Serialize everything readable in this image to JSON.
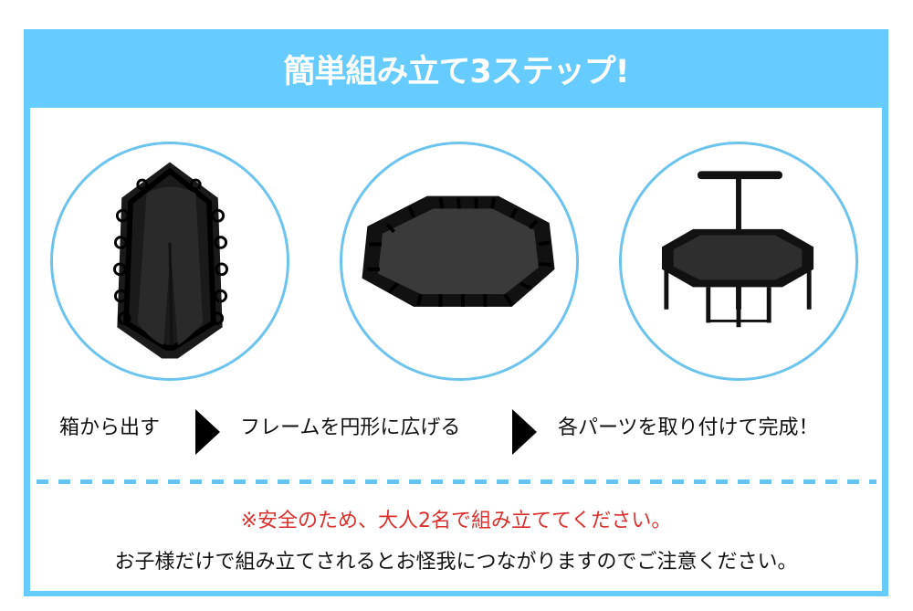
{
  "header": {
    "title": "簡単組み立て3ステップ!"
  },
  "steps": [
    {
      "label": "箱から出す",
      "image": "folded-trampoline"
    },
    {
      "label": "フレームを円形に広げる",
      "image": "unfolded-trampoline-frame"
    },
    {
      "label": "各パーツを取り付けて完成！",
      "image": "assembled-trampoline-with-handle"
    }
  ],
  "icons": {
    "step_arrow": "play-triangle-icon"
  },
  "notice": {
    "warning": "※安全のため、大人2名で組み立ててください。",
    "note": "お子様だけで組み立てされるとお怪我につながりますのでご注意ください。"
  },
  "colors": {
    "accent": "#66CCFF",
    "circle_border": "#6CC4EE",
    "warning_text": "#D9302E",
    "body_text": "#111111"
  }
}
